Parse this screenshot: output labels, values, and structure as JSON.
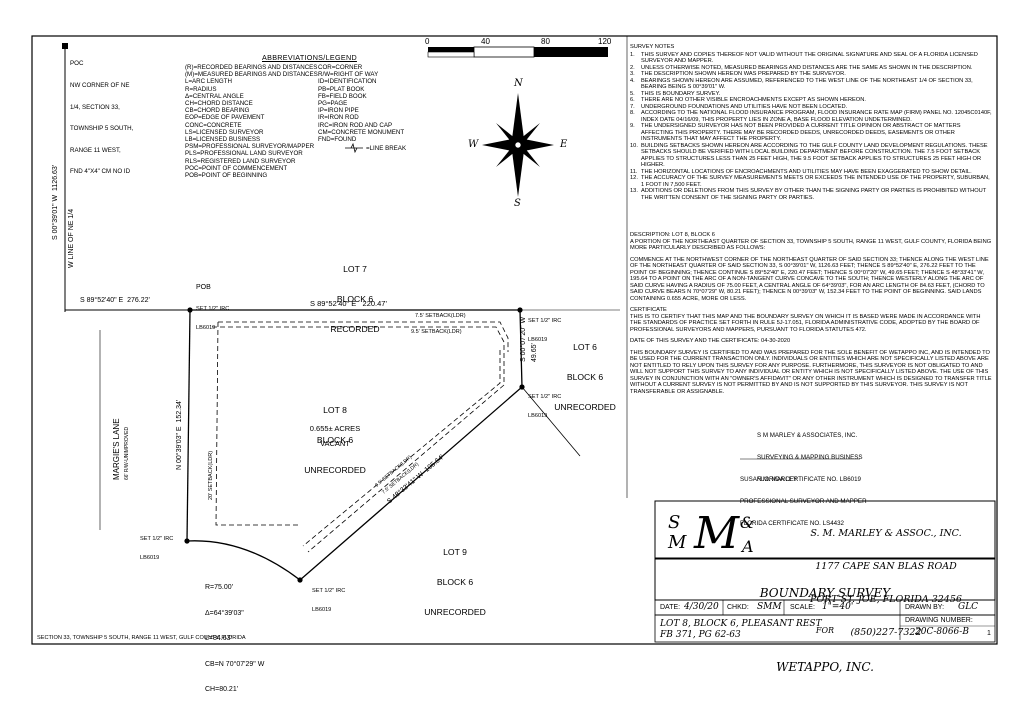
{
  "poc": {
    "lines": [
      "POC",
      "NW CORNER OF NE",
      "1/4, SECTION 33,",
      "TOWNSHIP 5 SOUTH,",
      "RANGE 11 WEST,",
      "FND 4\"X4\" CM NO ID"
    ]
  },
  "legend": {
    "title": "ABBREVIATIONS/LEGEND",
    "left": [
      "(R)=RECORDED BEARINGS AND DISTANCES",
      "(M)=MEASURED BEARINGS AND DISTANCES",
      "L=ARC LENGTH",
      "R=RADIUS",
      "Δ=CENTRAL ANGLE",
      "CH=CHORD DISTANCE",
      "CB=CHORD BEARING",
      "EOP=EDGE OF PAVEMENT",
      "CONC=CONCRETE",
      "LS=LICENSED SURVEYOR",
      "LB=LICENSED BUSINESS",
      "PSM=PROFESSIONAL SURVEYOR/MAPPER",
      "PLS=PROFESSIONAL LAND SURVEYOR",
      "RLS=REGISTERED LAND SURVEYOR",
      "POC=POINT OF COMMENCEMENT",
      "POB=POINT OF BEGINNING"
    ],
    "right": [
      "COR=CORNER",
      "R/W=RIGHT OF WAY",
      "ID=IDENTIFICATION",
      "PB=PLAT BOOK",
      "FB=FIELD BOOK",
      "PG=PAGE",
      "IP=IRON PIPE",
      "IR=IRON ROD",
      "IRC=IRON ROD AND CAP",
      "CM=CONCRETE MONUMENT",
      "FND=FOUND"
    ],
    "line_break": "=LINE BREAK"
  },
  "scale_bar": {
    "ticks": [
      "0",
      "40",
      "80",
      "120"
    ]
  },
  "compass": {
    "n": "N",
    "s": "S",
    "e": "E",
    "w": "W"
  },
  "survey_notes": {
    "title": "SURVEY NOTES",
    "items": [
      {
        "n": "1.",
        "t": "THIS SURVEY AND COPIES THEREOF NOT VALID WITHOUT THE ORIGINAL SIGNATURE AND SEAL OF A FLORIDA LICENSED SURVEYOR AND MAPPER."
      },
      {
        "n": "2.",
        "t": "UNLESS OTHERWISE NOTED, MEASURED BEARINGS AND DISTANCES ARE THE SAME AS SHOWN IN THE DESCRIPTION."
      },
      {
        "n": "3.",
        "t": "THE DESCRIPTION SHOWN HEREON WAS PREPARED BY THE SURVEYOR."
      },
      {
        "n": "4.",
        "t": "BEARINGS SHOWN HEREON ARE ASSUMED, REFERENCED TO THE WEST LINE OF THE NORTHEAST 1/4 OF SECTION 33, BEARING BEING S 00°39'01\" W."
      },
      {
        "n": "5.",
        "t": "THIS IS BOUNDARY SURVEY."
      },
      {
        "n": "6.",
        "t": "THERE ARE NO OTHER VISIBLE ENCROACHMENTS EXCEPT AS SHOWN HEREON."
      },
      {
        "n": "7.",
        "t": "UNDERGROUND FOUNDATIONS AND UTILITIES HAVE NOT BEEN LOCATED."
      },
      {
        "n": "8.",
        "t": "ACCORDING TO THE NATIONAL FLOOD INSURANCE PROGRAM, FLOOD INSURANCE RATE MAP (FIRM) PANEL NO. 12045C0140F, INDEX DATE 04/16/09, THIS PROPERTY LIES IN ZONE A, BASE FLOOD ELEVATION UNDETERMINED."
      },
      {
        "n": "9.",
        "t": "THE UNDERSIGNED SURVEYOR HAS NOT BEEN PROVIDED A CURRENT TITLE OPINION OR ABSTRACT OF MATTERS AFFECTING THIS PROPERTY. THERE MAY BE RECORDED DEEDS, UNRECORDED DEEDS, EASEMENTS OR OTHER INSTRUMENTS THAT MAY AFFECT THE PROPERTY."
      },
      {
        "n": "10.",
        "t": "BUILDING SETBACKS SHOWN HEREON ARE ACCORDING TO THE GULF COUNTY LAND DEVELOPMENT REGULATIONS. THESE SETBACKS SHOULD BE VERIFIED WITH LOCAL BUILDING DEPARTMENT BEFORE CONSTRUCTION. THE 7.5 FOOT SETBACK APPLIES TO STRUCTURES LESS THAN 25 FEET HIGH, THE 9.5 FOOT SETBACK APPLIES TO STRUCTURES 25 FEET HIGH OR HIGHER."
      },
      {
        "n": "11.",
        "t": "THE HORIZONTAL LOCATIONS OF ENCROACHMENTS AND UTILITIES MAY HAVE BEEN EXAGGERATED TO SHOW DETAIL."
      },
      {
        "n": "12.",
        "t": "THE ACCURACY OF THE SURVEY MEASUREMENTS MEETS OR EXCEEDS THE INTENDED USE OF THE PROPERTY, SUBURBAN, 1 FOOT IN 7,500 FEET."
      },
      {
        "n": "13.",
        "t": "ADDITIONS OR DELETIONS FROM THIS SURVEY BY OTHER THAN THE SIGNING PARTY OR PARTIES IS PROHIBITED WITHOUT THE WRITTEN CONSENT OF THE SIGNING PARTY OR PARTIES."
      }
    ]
  },
  "description": {
    "head": "DESCRIPTION: LOT 8, BLOCK 6",
    "intro": "A PORTION OF THE NORTHEAST QUARTER OF SECTION 33, TOWNSHIP 5 SOUTH, RANGE 11 WEST, GULF COUNTY, FLORIDA BEING MORE PARTICULARLY DESCRIBED AS FOLLOWS:",
    "body": "COMMENCE AT THE NORTHWEST CORNER OF THE NORTHEAST QUARTER OF SAID SECTION 33; THENCE ALONG THE WEST LINE OF THE NORTHEAST QUARTER OF SAID SECTION 33, S 00°39'01\" W, 1126.63 FEET; THENCE S 89°52'40\" E, 276.22 FEET TO THE POINT OF BEGINNING; THENCE CONTINUE S 89°52'40\" E, 220.47 FEET; THENCE S 00°07'20\" W, 49.65 FEET; THENCE S 48°33'41\" W, 195.64 TO A POINT ON THE ARC OF A NON-TANGENT CURVE CONCAVE TO THE SOUTH; THENCE WESTERLY ALONG THE ARC OF SAID CURVE HAVING A RADIUS OF 75.00 FEET, A CENTRAL ANGLE OF 64°39'03\", FOR AN ARC LENGTH OF 84.63 FEET, (CHORD TO SAID CURVE BEARS N 70°07'29\" W, 80.21 FEET); THENCE N 00°39'03\" W, 152.34 FEET TO THE POINT OF BEGINNING. SAID LANDS CONTAINING 0.655 ACRE, MORE OR LESS."
  },
  "certificate": {
    "head": "CERTIFICATE",
    "body": "THIS IS TO CERTIFY THAT THIS MAP AND THE BOUNDARY SURVEY ON WHICH IT IS BASED WERE MADE IN ACCORDANCE WITH THE STANDARDS OF PRACTICE SET FORTH IN RULE 5J-17.051, FLORIDA ADMINISTRATIVE CODE, ADOPTED BY THE BOARD OF PROFESSIONAL SURVEYORS AND MAPPERS, PURSUANT TO FLORIDA STATUTES 472.",
    "date_line": "DATE OF THIS SURVEY AND THE CERTIFICATE: 04-30-2020",
    "use_statement": "THIS BOUNDARY SURVEY IS CERTIFIED TO AND WAS PREPARED FOR THE SOLE BENEFIT OF WETAPPO INC, AND IS INTENDED TO BE USED FOR THE CURRENT TRANSACTION ONLY. INDIVIDUALS OR ENTITIES WHICH ARE NOT SPECIFICALLY LISTED ABOVE ARE NOT ENTITLED TO RELY UPON THIS SURVEY FOR ANY PURPOSE. FURTHERMORE, THIS SURVEYOR IS NOT OBLIGATED TO AND WILL NOT SUPPORT THIS SURVEY TO ANY INDIVIDUAL OR ENTITY WHICH IS NOT SPECIFICALLY LISTED ABOVE. THE USE OF THIS SURVEY IN CONJUNCTION WITH AN \"OWNER'S AFFIDAVIT\" OR ANY OTHER INSTRUMENT WHICH IS DESIGNED TO TRANSFER TITLE WITHOUT A CURRENT SURVEY IS NOT PERMITTED BY AND IS NOT SUPPORTED BY THIS SURVEYOR. THIS SURVEY IS NOT TRANSFERABLE OR ASSIGNABLE.",
    "company": [
      "S M MARLEY & ASSOCIATES, INC.",
      "SURVEYING & MAPPING BUSINESS",
      "FLORIDA CERTIFICATE NO. LB6019"
    ],
    "surveyor": [
      "SUSAN M. MARLEY",
      "PROFESSIONAL SURVEYOR AND MAPPER",
      "FLORIDA CERTIFICATE NO. LS4432"
    ]
  },
  "title_block": {
    "firm_name": "S. M. MARLEY & ASSOC., INC.",
    "address1": "1177 CAPE SAN BLAS ROAD",
    "address2": "PORT ST. JOE, FLORIDA 32456",
    "phone": "(850)227-7322",
    "logo_text": "SM M&A",
    "survey_title": "BOUNDARY SURVEY",
    "for": "FOR",
    "client": "WETAPPO, INC.",
    "date_label": "DATE:",
    "date": "4/30/20",
    "chkd_label": "CHKD:",
    "chkd": "SMM",
    "scale_label": "SCALE:",
    "scale": "1\"=40'",
    "drawn_label": "DRAWN BY:",
    "drawn": "GLC",
    "lot_line": "LOT 8, BLOCK 6, PLEASANT REST",
    "fb_line": "FB 371, PG 62-63",
    "drawing_number_label": "DRAWING NUMBER:",
    "drawing_number": "20C-8066-B",
    "sheet": "1"
  },
  "plat": {
    "west_line_bearing": "S 00°39'01\" W  1126.63'",
    "west_line_label": "W LINE OF NE 1/4",
    "pob_bearing": "S 89°52'40\" E  276.22'",
    "pob": "POB",
    "north_bearing": "S 89°52'40\" E   220.47'",
    "east_bearing": "S 00°07'20\" W",
    "east_dist": "49.65'",
    "se_bearing": "S 48°33'41\" W  195.64'",
    "west_bearing": "N 00°39'03\" E  152.34'",
    "setback_75": "7.5' SETBACK(LDR)",
    "setback_95": "9.5' SETBACK(LDR)",
    "setback_20": "20' SETBACK(LDR)",
    "irc_a": [
      "SET 1/2\" IRC",
      "LB6019"
    ],
    "irc_b": [
      "SET 1/2\" IRC",
      "LB6019"
    ],
    "irc_c": [
      "SET 1/2\" IRC",
      "LB6019"
    ],
    "irc_d": [
      "SET 1/2\" IRC",
      "LB6019"
    ],
    "irc_e": [
      "SET 1/2\" IRC",
      "LB6019"
    ],
    "lot7": [
      "LOT 7",
      "BLOCK 6",
      "RECORDED"
    ],
    "lot6": [
      "LOT 6",
      "BLOCK 6",
      "UNRECORDED"
    ],
    "lot8": [
      "LOT 8",
      "BLOCK 6",
      "UNRECORDED"
    ],
    "acres": "0.655± ACRES",
    "vacant": "VACANT",
    "lot9": [
      "LOT 9",
      "BLOCK 6",
      "UNRECORDED"
    ],
    "lane": "MARGIE'S LANE",
    "lane_sub": "66' R/W-UNIMPROVED",
    "curve": [
      "R=75.00'",
      "Δ=64°39'03\"",
      "L=84.63'",
      "CB=N 70°07'29\" W",
      "CH=80.21'"
    ],
    "section_footer": "SECTION 33, TOWNSHIP 5 SOUTH, RANGE 11 WEST, GULF COUNTY, FLORIDA"
  }
}
